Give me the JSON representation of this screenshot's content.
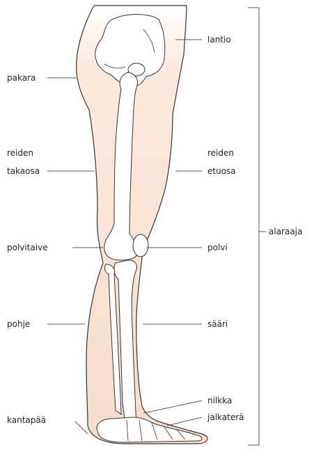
{
  "diagram": {
    "labels": {
      "lantio": "lantio",
      "pakara": "pakara",
      "reiden_takaosa_1": "reiden",
      "reiden_takaosa_2": "takaosa",
      "reiden_etuosa_1": "reiden",
      "reiden_etuosa_2": "etuosa",
      "alaraaja": "alaraaja",
      "polvitaive": "polvitaive",
      "polvi": "polvi",
      "pohje": "pohje",
      "saari": "sääri",
      "nilkka": "nilkka",
      "kantapaa": "kantapää",
      "jalkatera": "jalkaterä"
    }
  }
}
